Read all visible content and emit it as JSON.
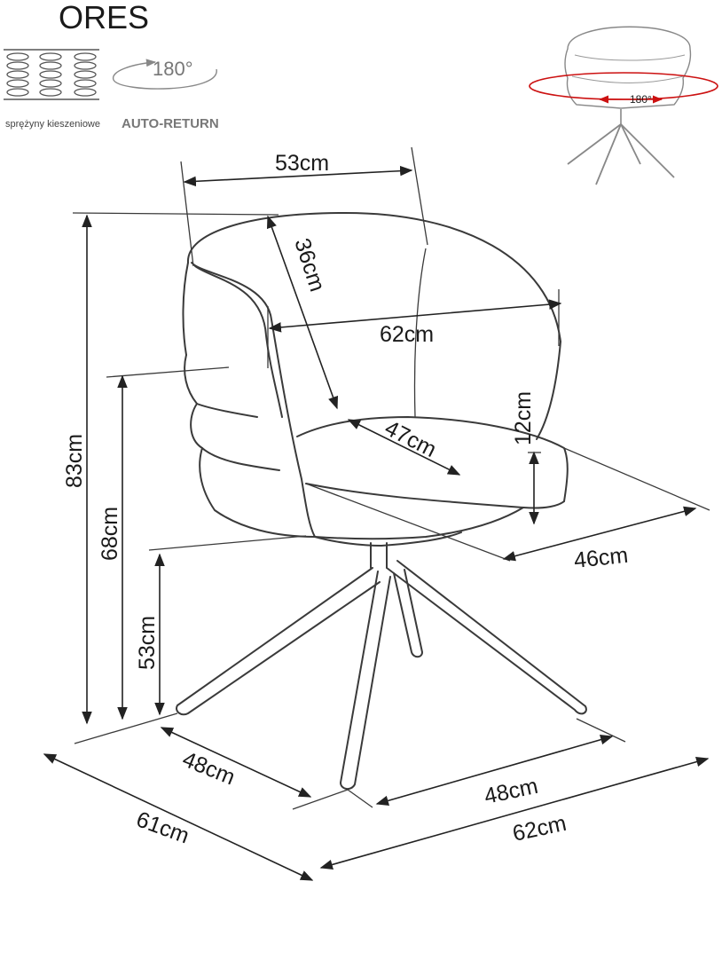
{
  "product": {
    "name": "ORES"
  },
  "features": {
    "springs_label": "sprężyny kieszeniowe",
    "rotation_degrees": "180°",
    "auto_return_label": "AUTO-RETURN",
    "swivel_degrees": "180°"
  },
  "dimensions": {
    "backrest_width": "53cm",
    "backrest_height": "36cm",
    "armrest_width": "62cm",
    "seat_depth": "47cm",
    "seat_cushion_height": "12cm",
    "seat_width": "46cm",
    "total_height": "83cm",
    "armrest_height": "68cm",
    "seat_height": "53cm",
    "base_depth": "48cm",
    "base_width": "48cm",
    "total_depth": "61cm",
    "total_width": "62cm"
  },
  "colors": {
    "line": "#3a3a3a",
    "rotation_arrow": "#cc1111"
  }
}
